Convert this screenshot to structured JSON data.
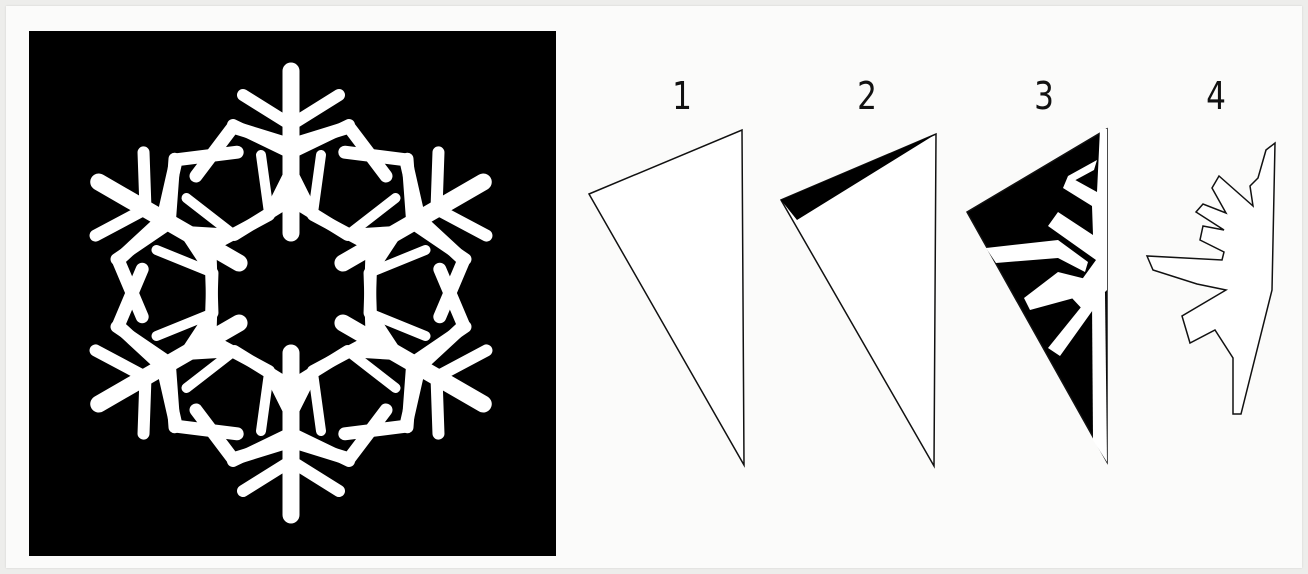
{
  "steps": [
    {
      "number": "1",
      "description_shape": "plain paper wedge"
    },
    {
      "number": "2",
      "description_shape": "wedge with top strip cut"
    },
    {
      "number": "3",
      "description_shape": "wedge with cut pattern shaded"
    },
    {
      "number": "4",
      "description_shape": "wedge after cutting"
    }
  ],
  "colors": {
    "panel_background": "#000000",
    "snowflake": "#ffffff",
    "page_background": "#fbfbfa",
    "outline": "#111111",
    "cut_area": "#000000"
  }
}
